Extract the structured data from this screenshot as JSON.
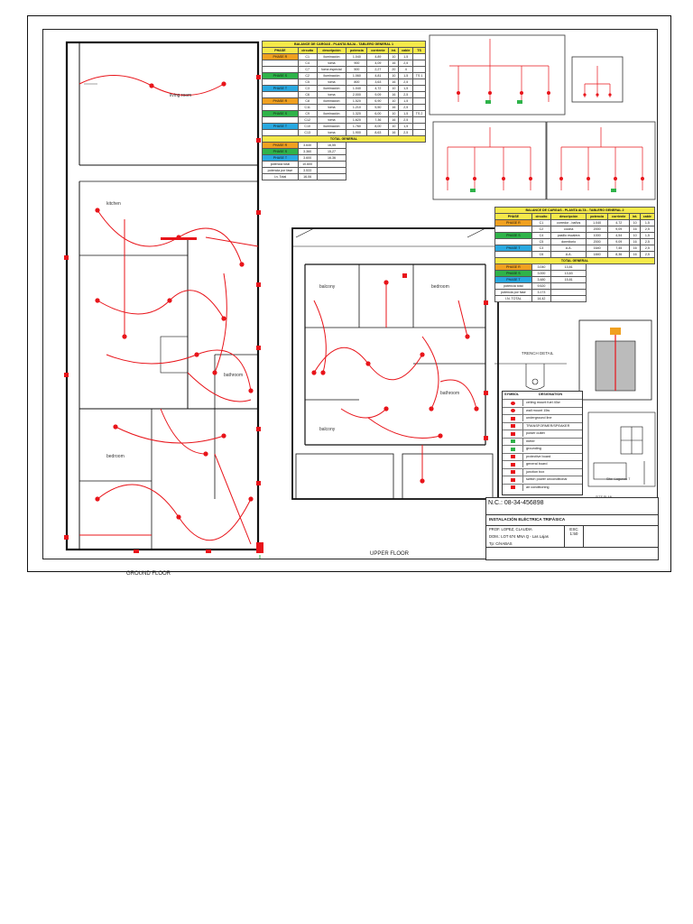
{
  "title_block": {
    "nc": "N.C.: 08-34-456898",
    "project": "INSTALACIÓN ELÉCTRICA TRIFÁSICA",
    "author": "PROF. LOPEZ, CLAUDIA",
    "address": "DOM.: LOT 674 MNA Q - Las Lajas",
    "tp": "Tp: C/HABAS",
    "scale_label": "ESC",
    "scale_value": "1:50"
  },
  "floors": {
    "ground": "GROUND FLOOR",
    "upper": "UPPER FLOOR"
  },
  "rooms": {
    "g1": "living room",
    "g2": "kitchen",
    "g3": "bedroom",
    "g4": "bathroom",
    "u1": "balcony",
    "u2": "bedroom",
    "u3": "balcony",
    "u4": "bathroom"
  },
  "trench": {
    "title": "TRENCH DETAIL"
  },
  "site": {
    "label": "Site: Lagunas 7",
    "caption": "SITE PLAN"
  },
  "balance_ground": {
    "title": "BALANCE DE CARGAS - PLANTA BAJA - TABLERO GENERAL 1",
    "headers": [
      "PHASE",
      "circuito",
      "descripción",
      "potencia",
      "corriente",
      "int.",
      "cable",
      "TS"
    ],
    "rows": [
      [
        "PHASE R",
        "C1",
        "iluminación",
        "1.040",
        "4,89",
        "10",
        "1,5",
        ""
      ],
      [
        "",
        "C4",
        "toma",
        "900",
        "4,09",
        "16",
        "2,5",
        ""
      ],
      [
        "",
        "C7",
        "toma especial",
        "500",
        "2,27",
        "20",
        "4",
        ""
      ],
      [
        "PHASE S",
        "C2",
        "iluminación",
        "1.060",
        "4,81",
        "10",
        "1,5",
        "TS 1"
      ],
      [
        "",
        "C5",
        "toma",
        "800",
        "3,63",
        "16",
        "2,5",
        ""
      ],
      [
        "PHASE T",
        "C3",
        "iluminación",
        "1.040",
        "4,72",
        "10",
        "1,5",
        ""
      ],
      [
        "",
        "C6",
        "toma",
        "2.000",
        "9,09",
        "16",
        "2,5",
        ""
      ]
    ]
  },
  "balance_ground2": {
    "rows": [
      [
        "PHASE R",
        "C8",
        "iluminación",
        "1.520",
        "6,90",
        "10",
        "1,5",
        ""
      ],
      [
        "",
        "C11",
        "toma",
        "1.210",
        "5,50",
        "16",
        "2,5",
        ""
      ],
      [
        "PHASE S",
        "C9",
        "iluminación",
        "1.320",
        "6,00",
        "10",
        "1,5",
        "TS 2"
      ],
      [
        "",
        "C12",
        "toma",
        "1.620",
        "7,36",
        "16",
        "2,5",
        ""
      ],
      [
        "PHASE T",
        "C10",
        "iluminación",
        "1.760",
        "8,00",
        "10",
        "1,5",
        ""
      ],
      [
        "",
        "C13",
        "toma",
        "1.900",
        "8,63",
        "16",
        "2,5",
        ""
      ]
    ],
    "total_title": "TOTAL GENERAL",
    "totals": [
      [
        "PHASE R",
        "3.640",
        "16,55"
      ],
      [
        "PHASE S",
        "3.360",
        "15,27"
      ],
      [
        "PHASE T",
        "3.600",
        "16,36"
      ],
      [
        "potencia total",
        "10.600",
        ""
      ],
      [
        "potencia por fase",
        "3.533",
        ""
      ],
      [
        "I.n. Total",
        "16,06",
        ""
      ]
    ]
  },
  "balance_upper": {
    "title": "BALANCE DE CARGAS - PLANTA ALTA - TABLERO GENERAL 2",
    "headers": [
      "PHASE",
      "circuito",
      "descripción",
      "potencia",
      "corriente",
      "int.",
      "cable"
    ],
    "rows": [
      [
        "PHASE R",
        "C1",
        "corredor - baños",
        "1.040",
        "4,72",
        "10",
        "1,5"
      ],
      [
        "",
        "C2",
        "cocina",
        "2000",
        "9,09",
        "16",
        "2,5"
      ],
      [
        "PHASE S",
        "C4",
        "pasillo escalera",
        "1000",
        "4,54",
        "10",
        "1,5"
      ],
      [
        "",
        "C5",
        "dormitorio",
        "2000",
        "9,09",
        "16",
        "2,5"
      ],
      [
        "PHASE T",
        "C3",
        "A.A.",
        "1640",
        "7,45",
        "16",
        "2,5"
      ],
      [
        "",
        "C6",
        "A.A.",
        "1840",
        "8,36",
        "16",
        "2,5"
      ]
    ],
    "total_title": "TOTAL GENERAL",
    "totals": [
      [
        "PHASE R",
        "3.040",
        "13,81"
      ],
      [
        "PHASE S",
        "3.000",
        "13,63"
      ],
      [
        "PHASE T",
        "3.480",
        "15,81"
      ],
      [
        "potencia total",
        "9.520",
        ""
      ],
      [
        "potencia por fase",
        "3.173",
        ""
      ],
      [
        "I.N. TOTAL",
        "14,42",
        ""
      ]
    ]
  },
  "legend": {
    "title": "SYMBOL",
    "designation": "DESIGNATION",
    "items": [
      "ceiling mount fuel 40w",
      "wall mount 15w",
      "underground line",
      "TRANSFORMER/SPEAKER",
      "power outlet",
      "meter",
      "grounding",
      "protective board",
      "general board",
      "junction box",
      "switch power unconditional",
      "air conditioning"
    ]
  },
  "colors": {
    "wire": "#e8141a",
    "phase_r": "#f0a020",
    "phase_s": "#2fb34a",
    "phase_t": "#29a8e0",
    "header": "#f5e94a"
  }
}
